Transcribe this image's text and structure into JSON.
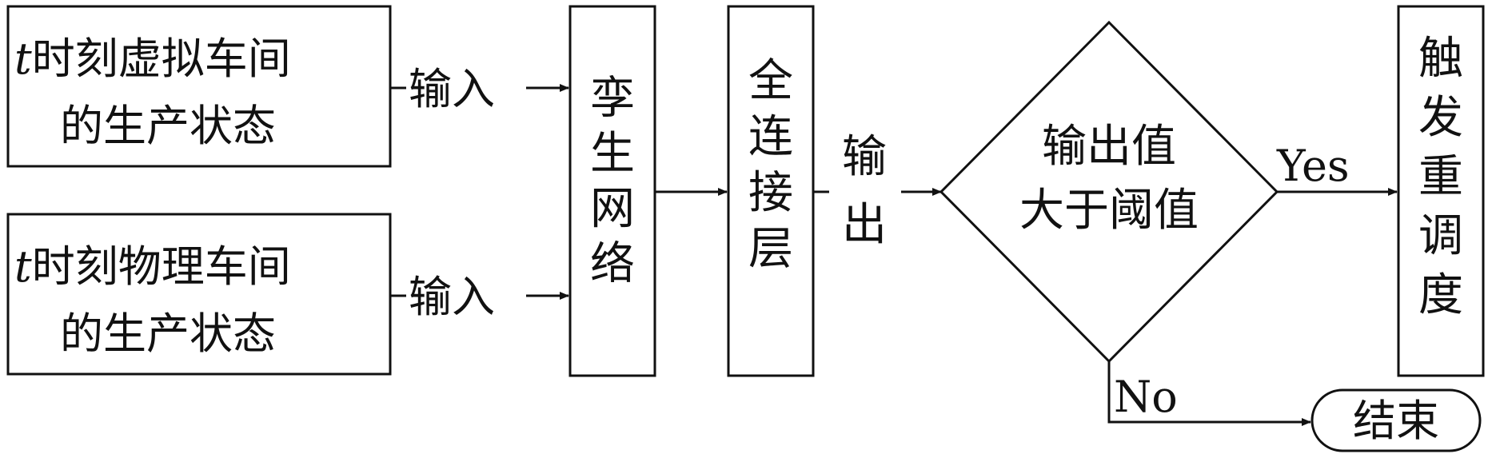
{
  "diagram": {
    "input_virtual": {
      "prefix": "t",
      "line1": "时刻虚拟车间",
      "line2": "的生产状态"
    },
    "input_physical": {
      "prefix": "t",
      "line1": "时刻物理车间",
      "line2": "的生产状态"
    },
    "edge_input_top": "输入",
    "edge_input_bottom": "输入",
    "siamese_network": [
      "孪",
      "生",
      "网",
      "络"
    ],
    "fully_connected": [
      "全",
      "连",
      "接",
      "层"
    ],
    "edge_output": [
      "输",
      "出"
    ],
    "decision": {
      "line1": "输出值",
      "line2": "大于阈值"
    },
    "yes_label": "Yes",
    "no_label": "No",
    "trigger": [
      "触",
      "发",
      "重",
      "调",
      "度"
    ],
    "end": "结束"
  }
}
